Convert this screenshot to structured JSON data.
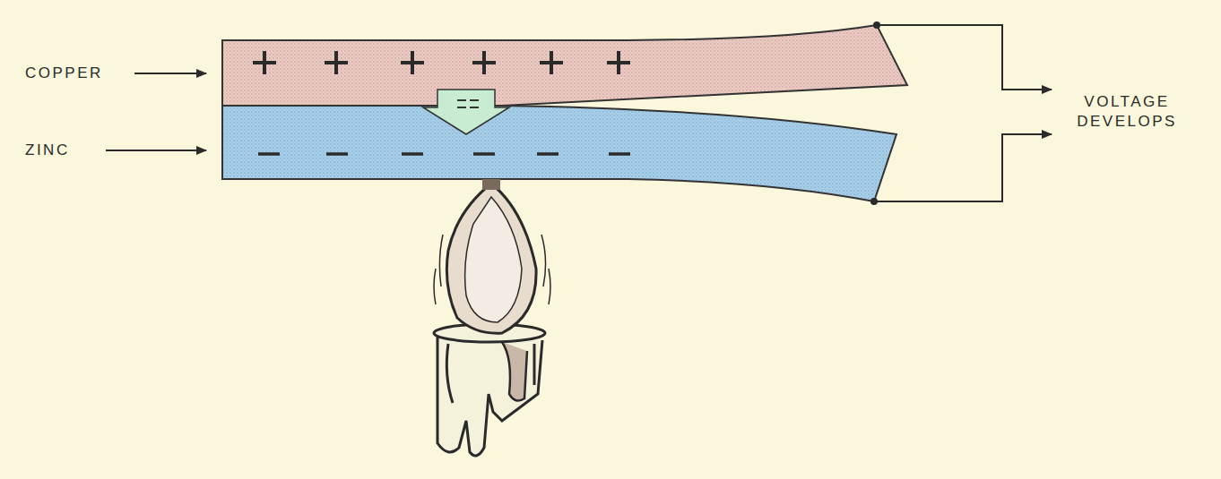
{
  "diagram": {
    "labels": [
      "COPPER",
      "ZINC",
      "VOLTAGE DEVELOPS"
    ]
  }
}
